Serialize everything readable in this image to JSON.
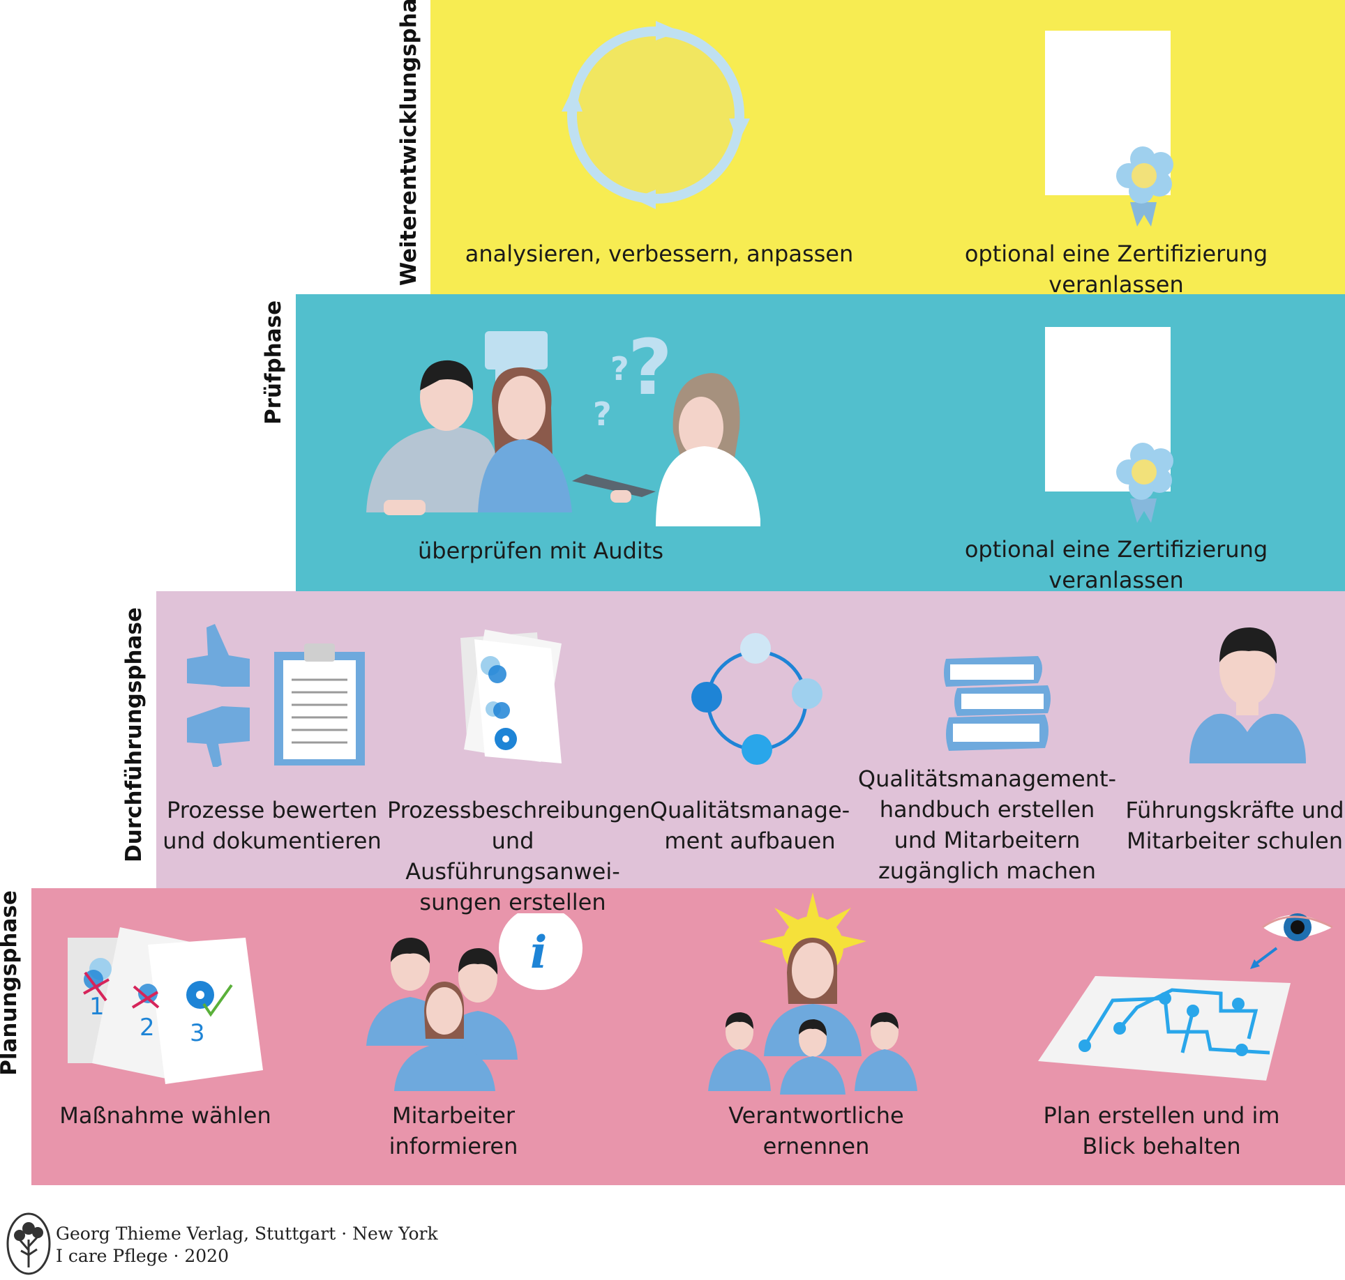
{
  "phases": {
    "weiter": {
      "label": "Weiterentwicklungsphase",
      "color": "#f7ec52",
      "items": [
        "analysieren, verbessern, anpassen",
        "optional eine Zertifizierung veranlassen"
      ]
    },
    "pruef": {
      "label": "Prüfphase",
      "color": "#52bfcd",
      "items": [
        "überprüfen mit Audits",
        "optional eine Zertifizierung veranlassen"
      ]
    },
    "durch": {
      "label": "Durchführungsphase",
      "color": "#e0c2d8",
      "items": [
        "Prozesse bewerten\nund dokumentieren",
        "Prozessbeschreibungen\nund Ausführungsanwei-\nsungen erstellen",
        "Qualitätsmanage-\nment aufbauen",
        "Qualitätsmanagement-\nhandbuch erstellen\nund Mitarbeitern\nzugänglich machen",
        "Führungskräfte und\nMitarbeiter schulen"
      ]
    },
    "plan": {
      "label": "Planungsphase",
      "color": "#e895ab",
      "items": [
        "Maßnahme wählen",
        "Mitarbeiter\ninformieren",
        "Verantwortliche\nernennen",
        "Plan erstellen und im\nBlick behalten"
      ]
    }
  },
  "publisher": {
    "line1": "Georg Thieme Verlag, Stuttgart · New York",
    "line2": "I care Pflege · 2020"
  },
  "icons": [
    "cycle-icon",
    "certificate-icon",
    "audit-people-icon",
    "thumbs-clipboard-icon",
    "documents-icon",
    "network-icon",
    "books-icon",
    "employee-icon",
    "numbered-documents-icon",
    "info-people-icon",
    "leader-team-icon",
    "plan-map-eye-icon"
  ]
}
